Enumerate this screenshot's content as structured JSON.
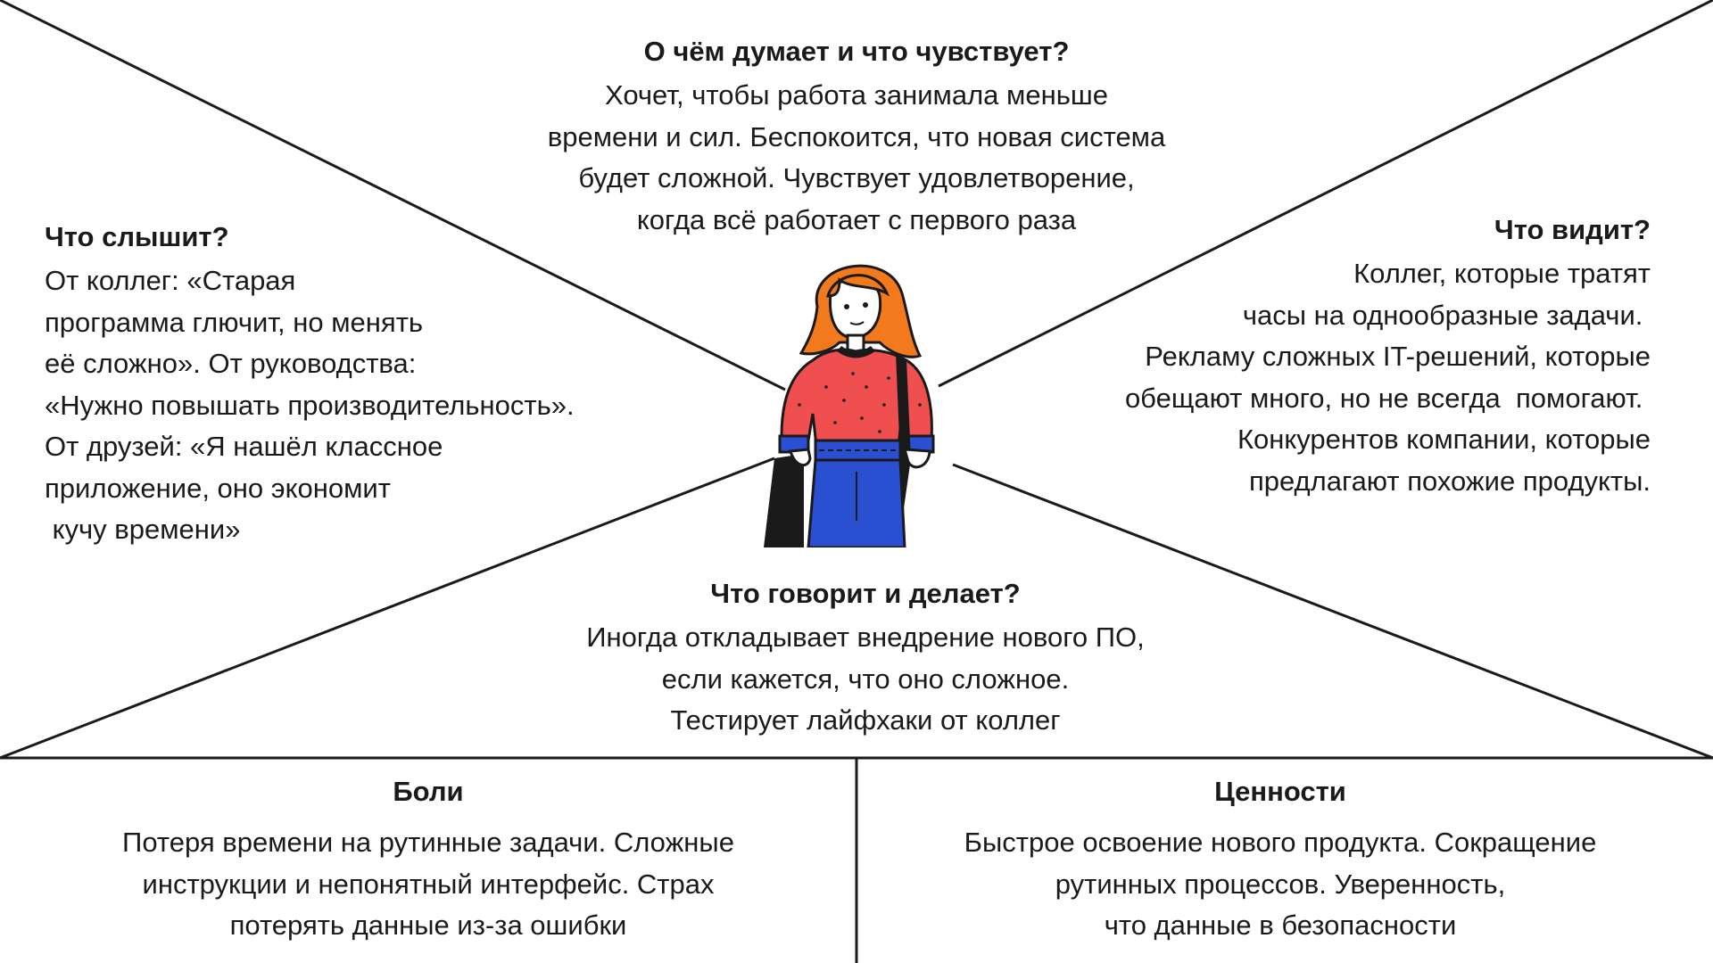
{
  "accent_colors": {
    "hair": "#f37a1c",
    "sweater": "#ef4f4f",
    "jeans": "#2a4fd0",
    "outline": "#1a1a1a"
  },
  "thinks_feels": {
    "title": "О чём думает и что чувствует?",
    "lines": [
      "Хочет, чтобы работа занимала меньше",
      "времени и сил. Беспокоится, что новая система",
      "будет сложной. Чувствует удовлетворение,",
      "когда всё работает с первого раза"
    ]
  },
  "hears": {
    "title": "Что слышит?",
    "lines": [
      "От коллег: «Старая",
      "программа глючит, но менять",
      "её сложно». От руководства:",
      "«Нужно повышать производительность».",
      "От друзей: «Я нашёл классное",
      "приложение, оно экономит",
      " кучу времени»"
    ]
  },
  "sees": {
    "title": "Что видит?",
    "lines": [
      "Коллег, которые тратят",
      "часы на однообразные задачи. ",
      "Рекламу сложных IT-решений, которые",
      "обещают много, но не всегда  помогают. ",
      "Конкурентов компании, которые",
      "предлагают похожие продукты."
    ]
  },
  "says_does": {
    "title": "Что говорит и делает?",
    "lines": [
      "Иногда откладывает внедрение нового ПО,",
      "если кажется, что оно сложное.",
      "Тестирует лайфхаки от коллег"
    ]
  },
  "pains": {
    "title": "Боли",
    "lines": [
      "Потеря времени на рутинные задачи. Сложные",
      "инструкции и непонятный интерфейс. Страх",
      "потерять данные из-за ошибки"
    ]
  },
  "gains": {
    "title": "Ценности",
    "lines": [
      "Быстрое освоение нового продукта. Сокращение",
      "рутинных процессов. Уверенность,",
      "что данные в безопасности"
    ]
  }
}
